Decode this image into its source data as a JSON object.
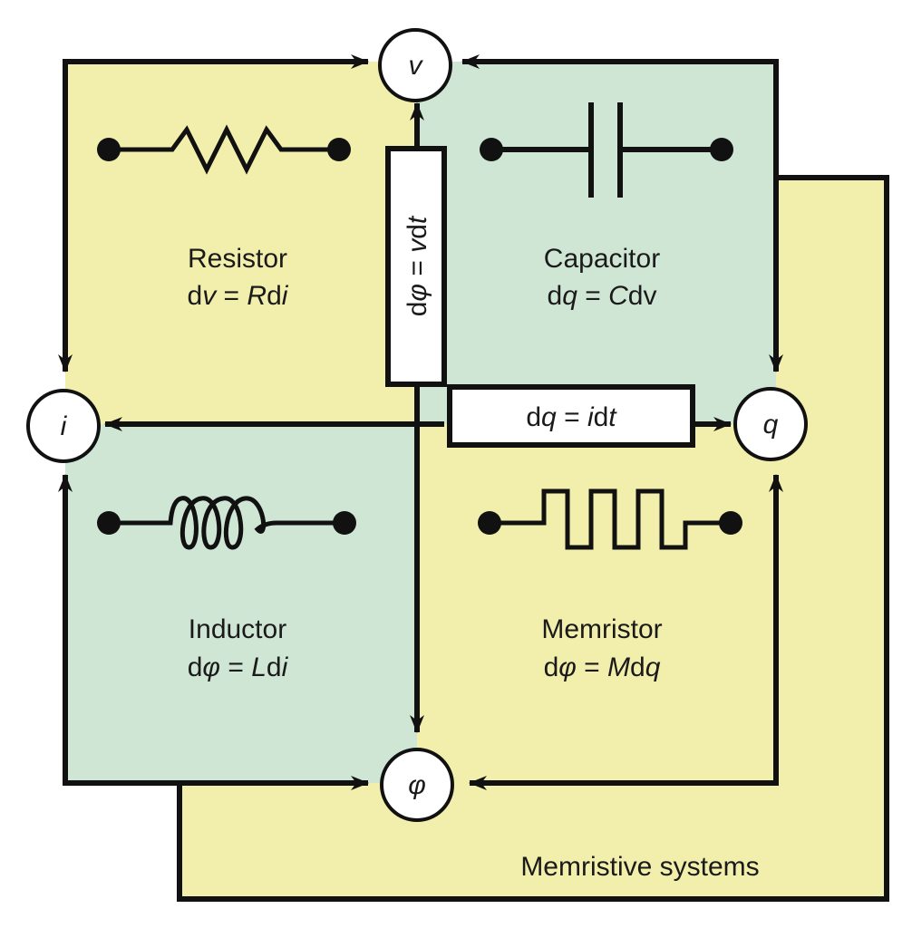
{
  "colors": {
    "yellow": "#f2eeab",
    "green": "#cfe6d5",
    "stroke": "#111111",
    "white": "#ffffff"
  },
  "nodes": {
    "v": "v",
    "i": "i",
    "q": "q",
    "phi": "φ"
  },
  "resistor": {
    "name": "Resistor",
    "eq": {
      "d1": "d",
      "v1": "v",
      "eqsign": " = ",
      "c": "R",
      "d2": "d",
      "v2": "i"
    }
  },
  "capacitor": {
    "name": "Capacitor",
    "eq": {
      "d1": "d",
      "v1": "q",
      "eqsign": " = ",
      "c": "C",
      "d2": "dv",
      "v2": ""
    }
  },
  "inductor": {
    "name": "Inductor",
    "eq": {
      "d1": "d",
      "v1": "φ",
      "eqsign": " = ",
      "c": "L",
      "d2": "d",
      "v2": "i"
    }
  },
  "memristor": {
    "name": "Memristor",
    "eq": {
      "d1": "d",
      "v1": "φ",
      "eqsign": " = ",
      "c": "M",
      "d2": "d",
      "v2": "q"
    }
  },
  "vertical_box": {
    "d1": "d",
    "v1": "φ",
    "mid": " = ",
    "v2": "v",
    "d2": "d",
    "v3": "t"
  },
  "horizontal_box": {
    "d1": "d",
    "v1": "q",
    "mid": " = ",
    "v2": "i",
    "d2": "d",
    "v3": "t"
  },
  "footer": "Memristive systems"
}
